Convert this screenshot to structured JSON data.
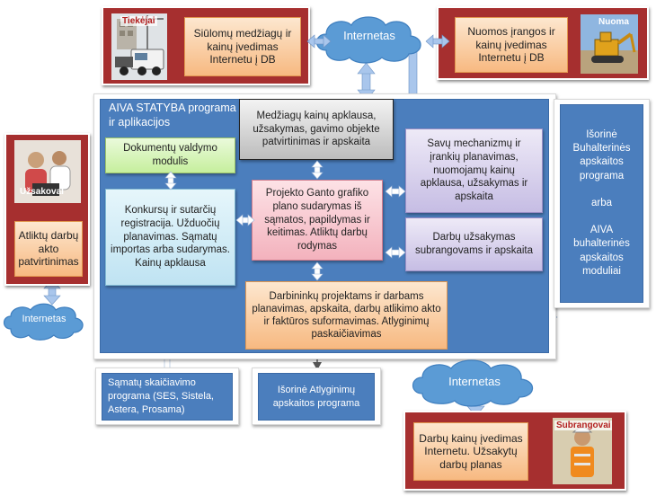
{
  "clouds": {
    "top": "Internetas",
    "left": "Internetas",
    "bottom": "Internetas"
  },
  "suppliers": {
    "photo_label": "Tiekėjai",
    "box_text": "Siūlomų medžiagų ir kainų įvedimas Internetu į DB"
  },
  "rental": {
    "photo_label": "Nuoma",
    "box_text": "Nuomos įrangos ir kainų įvedimas Internetu į DB"
  },
  "customers": {
    "photo_label": "Užsakovai",
    "box_text": "Atliktų darbų akto patvirtinimas"
  },
  "subcontractors": {
    "photo_label": "Subrangovai",
    "box_text": "Darbų kainų įvedimas Internetu. Užsakytų darbų planas"
  },
  "main_panel": {
    "title": "AIVA STATYBA programa ir aplikacijos",
    "documents": "Dokumentų valdymo modulis",
    "contracts": "Konkursų ir sutarčių registracija. Užduočių planavimas. Sąmatų importas arba sudarymas. Kainų apklausa",
    "materials": "Medžiagų kainų apklausa, užsakymas, gavimo objekte patvirtinimas ir apskaita",
    "gantt": "Projekto Ganto grafiko plano sudarymas iš sąmatos, papildymas ir keitimas. Atliktų darbų rodymas",
    "mechanisms": "Savų mechanizmų ir įrankių planavimas, nuomojamų kainų apklausa, užsakymas ir apskaita",
    "subcontract_orders": "Darbų užsakymas subrangovams ir apskaita",
    "workers": "Darbininkų projektams ir darbams planavimas, apskaita, darbų atlikimo akto ir faktūros suformavimas. Atlyginimų paskaičiavimas"
  },
  "accounting": {
    "text": "Išorinė Buhalterinės apskaitos programa\n\narba\n\nAIVA buhalterinės apskaitos moduliai"
  },
  "estimates": {
    "text": "Sąmatų skaičiavimo programa (SES, Sistela, Astera, Prosama)"
  },
  "payroll": {
    "text": "Išorinė Atlyginimų apskaitos programa"
  },
  "colors": {
    "red_frame": "#a62f2f",
    "orange_box": "#f7b981",
    "blue_panel": "#4b7ebd",
    "cloud": "#5b9bd5",
    "arrow": "#a9c6ec"
  }
}
